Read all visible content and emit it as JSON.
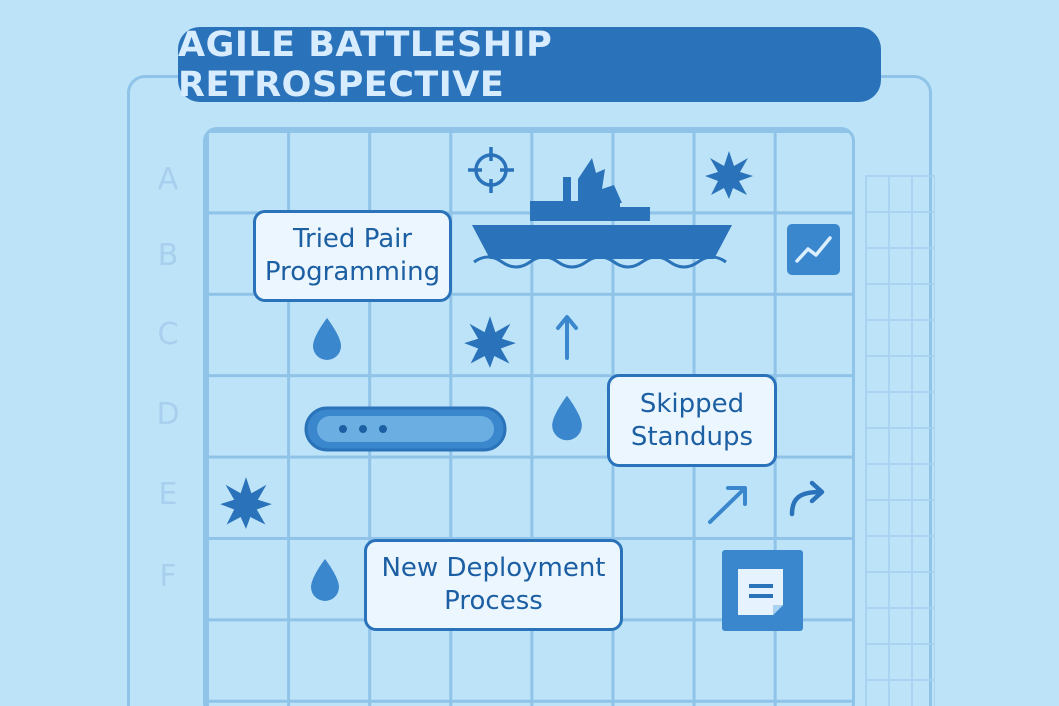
{
  "title": "AGILE BATTLESHIP RETROSPECTIVE",
  "rows": [
    "A",
    "B",
    "C",
    "D",
    "E",
    "F"
  ],
  "notes": {
    "pair_programming": "Tried Pair\nProgramming",
    "skipped_standups": "Skipped\nStandups",
    "deployment": "New Deployment\nProcess"
  },
  "colors": {
    "background": "#bde3f8",
    "grid_line": "#8fc3e8",
    "accent": "#2a72b9",
    "note_fill": "#ecf6fe",
    "row_label": "#a8d0ee"
  },
  "icons": [
    "crosshair-icon",
    "battleship-icon",
    "explosion-icon",
    "trend-chart-icon",
    "water-drop-icon",
    "arrow-up-icon",
    "submarine-icon",
    "arrow-diagonal-icon",
    "curved-arrow-icon",
    "sticky-note-icon"
  ]
}
